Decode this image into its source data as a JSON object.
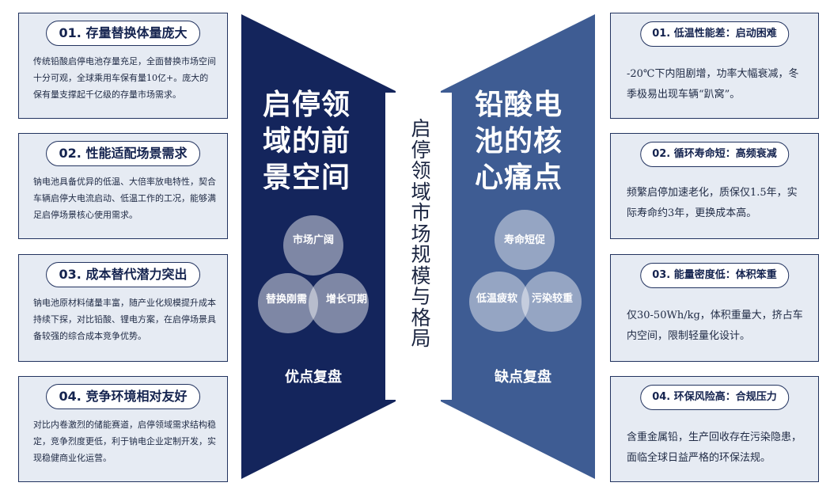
{
  "left_cards": [
    {
      "title": "01. 存量替换体量庞大",
      "body": "传统铅酸启停电池存量充足，全面替换市场空间十分可观，全球乘用车保有量10亿+。庞大的保有量支撑起千亿级的存量市场需求。"
    },
    {
      "title": "02. 性能适配场景需求",
      "body": "钠电池具备优异的低温、大倍率放电特性，契合车辆启停大电流启动、低温工作的工况，能够满足启停场景核心使用需求。"
    },
    {
      "title": "03. 成本替代潜力突出",
      "body": "钠电池原材料储量丰富，随产业化规模提升成本持续下探，对比铅酸、锂电方案，在启停场景具备较强的综合成本竞争优势。"
    },
    {
      "title": "04. 竞争环境相对友好",
      "body": "对比内卷激烈的储能赛道，启停领域需求结构稳定，竞争烈度更低，利于钠电企业定制开发，实现稳健商业化运营。"
    }
  ],
  "right_cards": [
    {
      "title": "01. 低温性能差：启动困难",
      "body": "-20℃下内阻剧增，功率大幅衰减，冬季极易出现车辆“趴窝”。"
    },
    {
      "title": "02. 循环寿命短：高频衰减",
      "body": "频繁启停加速老化，质保仅1.5年，实际寿命约3年，更换成本高。"
    },
    {
      "title": "03. 能量密度低：体积笨重",
      "body": "仅30-50Wh/kg，体积重量大，挤占车内空间，限制轻量化设计。"
    },
    {
      "title": "04. 环保风险高：合规压力",
      "body": "含重金属铅，生产回收存在污染隐患，面临全球日益严格的环保法规。"
    }
  ],
  "left_panel": {
    "title": "启停领域的前景空间",
    "circles": [
      "市场广阔",
      "替换刚需",
      "增长可期"
    ],
    "footer": "优点复盘"
  },
  "right_panel": {
    "title": "铅酸电池的核心痛点",
    "circles": [
      "寿命短促",
      "低温疲软",
      "污染较重"
    ],
    "footer": "缺点复盘"
  },
  "center_title": "启停领域市场规模与格局",
  "colors": {
    "left_panel": "#14255c",
    "right_panel": "#3e5c93",
    "card_bg": "#e6ebf3",
    "card_border": "#22335f"
  }
}
